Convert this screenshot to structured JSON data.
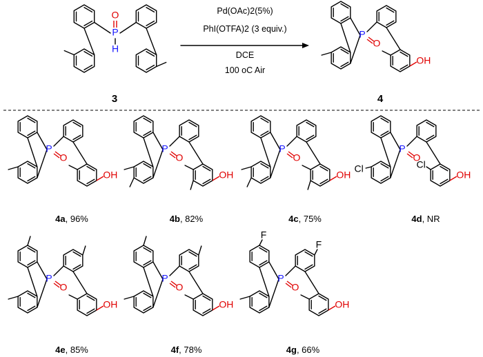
{
  "scheme": {
    "reactant_label": "3",
    "product_label": "4",
    "conditions": {
      "line1": "Pd(OAc)2(5%)",
      "line2": "PhI(OTFA)2 (3 equiv.)",
      "line3": "DCE",
      "line4": "100 oC   Air"
    }
  },
  "atoms": {
    "phosphorus": "P",
    "oxygen": "O",
    "hydrogen": "H",
    "hydroxyl": "OH",
    "chlorine": "Cl",
    "fluorine": "F"
  },
  "products": [
    {
      "id": "4a",
      "yield": ", 96%"
    },
    {
      "id": "4b",
      "yield": ", 82%"
    },
    {
      "id": "4c",
      "yield": ", 75%"
    },
    {
      "id": "4d",
      "yield": ", NR"
    },
    {
      "id": "4e",
      "yield": ", 85%"
    },
    {
      "id": "4f",
      "yield": ", 78%"
    },
    {
      "id": "4g",
      "yield": ", 66%"
    }
  ],
  "colors": {
    "phosphorus": "#1515ff",
    "oxygen": "#e00000",
    "bond": "#000000"
  }
}
